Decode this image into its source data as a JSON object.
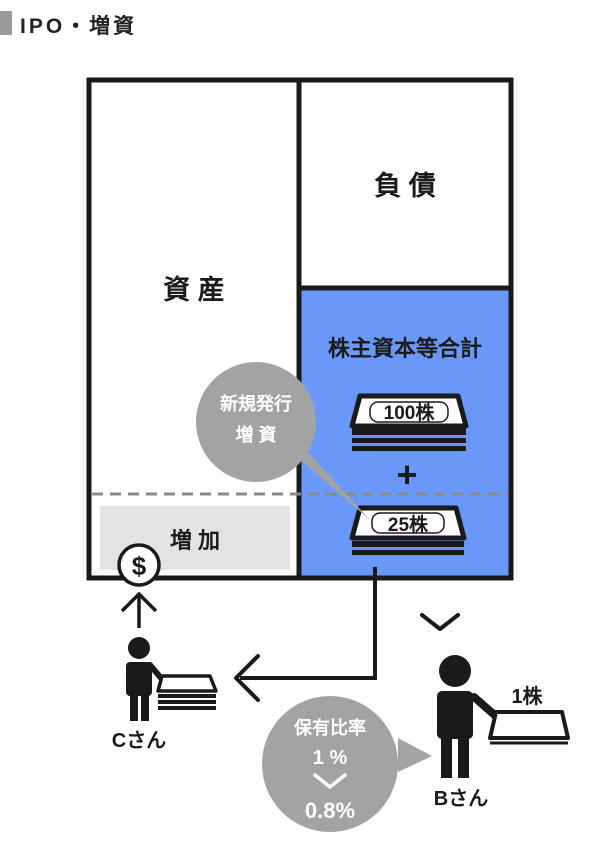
{
  "header": {
    "title": "IPO・増資"
  },
  "balance_sheet": {
    "assets_label": "資 産",
    "liabilities_label": "負 債",
    "equity_label": "株主資本等合計",
    "increase_label": "増 加"
  },
  "shares": {
    "existing_label": "100株",
    "new_label": "25株",
    "plus_sign": "+"
  },
  "callout": {
    "line1": "新規発行",
    "line2": "増 資"
  },
  "persons": {
    "c_label": "Cさん",
    "b_label": "Bさん",
    "b_shares_label": "1株"
  },
  "ownership": {
    "title": "保有比率",
    "before": "1 %",
    "after": "0.8%"
  },
  "colors": {
    "equity_fill": "#6a98f8",
    "bubble_gray": "#a3a3a3",
    "increase_fill": "#e3e3e3",
    "ink": "#1a1a1a"
  },
  "icons": {
    "money": "dollar-coin-icon",
    "arrow_up": "arrow-up-icon",
    "arrow_left": "arrow-left-icon",
    "chevron": "chevron-down-icon"
  }
}
